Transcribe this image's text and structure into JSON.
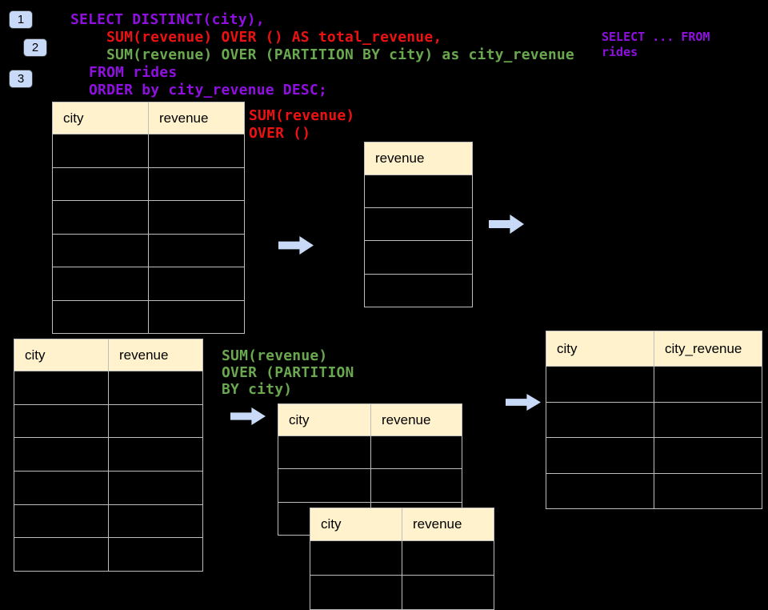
{
  "colors": {
    "background": "#000000",
    "sql_purple": "#8F10E0",
    "sql_red": "#EC1212",
    "sql_green": "#6AA84F",
    "table_header_bg": "#FFF2CC",
    "table_border": "#BDBDBD",
    "arrow_blue": "#C9DAF8",
    "badge_bg": "#C9DAF8"
  },
  "badges": {
    "step1": "1",
    "step2": "2",
    "step3": "3"
  },
  "sql": {
    "line1": "SELECT DISTINCT(city),",
    "line2": "SUM(revenue) OVER () AS total_revenue,",
    "line3": "SUM(revenue) OVER (PARTITION BY city) as city_revenue",
    "line4": "FROM rides",
    "line5": "ORDER by city_revenue DESC;"
  },
  "side_note": {
    "line1": "SELECT ... FROM",
    "line2": "rides"
  },
  "labels": {
    "total_window": {
      "line1": "SUM(revenue)",
      "line2": "OVER ()"
    },
    "partition_window": {
      "line1": "SUM(revenue)",
      "line2": "OVER (PARTITION",
      "line3": "BY city)"
    }
  },
  "tables": {
    "source_top": {
      "col1": "city",
      "col2": "revenue"
    },
    "total_result": {
      "col1": "revenue"
    },
    "source_bottom": {
      "col1": "city",
      "col2": "revenue"
    },
    "partition_mid": {
      "col1": "city",
      "col2": "revenue"
    },
    "partition_overlap": {
      "col1": "city",
      "col2": "revenue"
    },
    "final_result": {
      "col1": "city",
      "col2": "city_revenue"
    }
  }
}
